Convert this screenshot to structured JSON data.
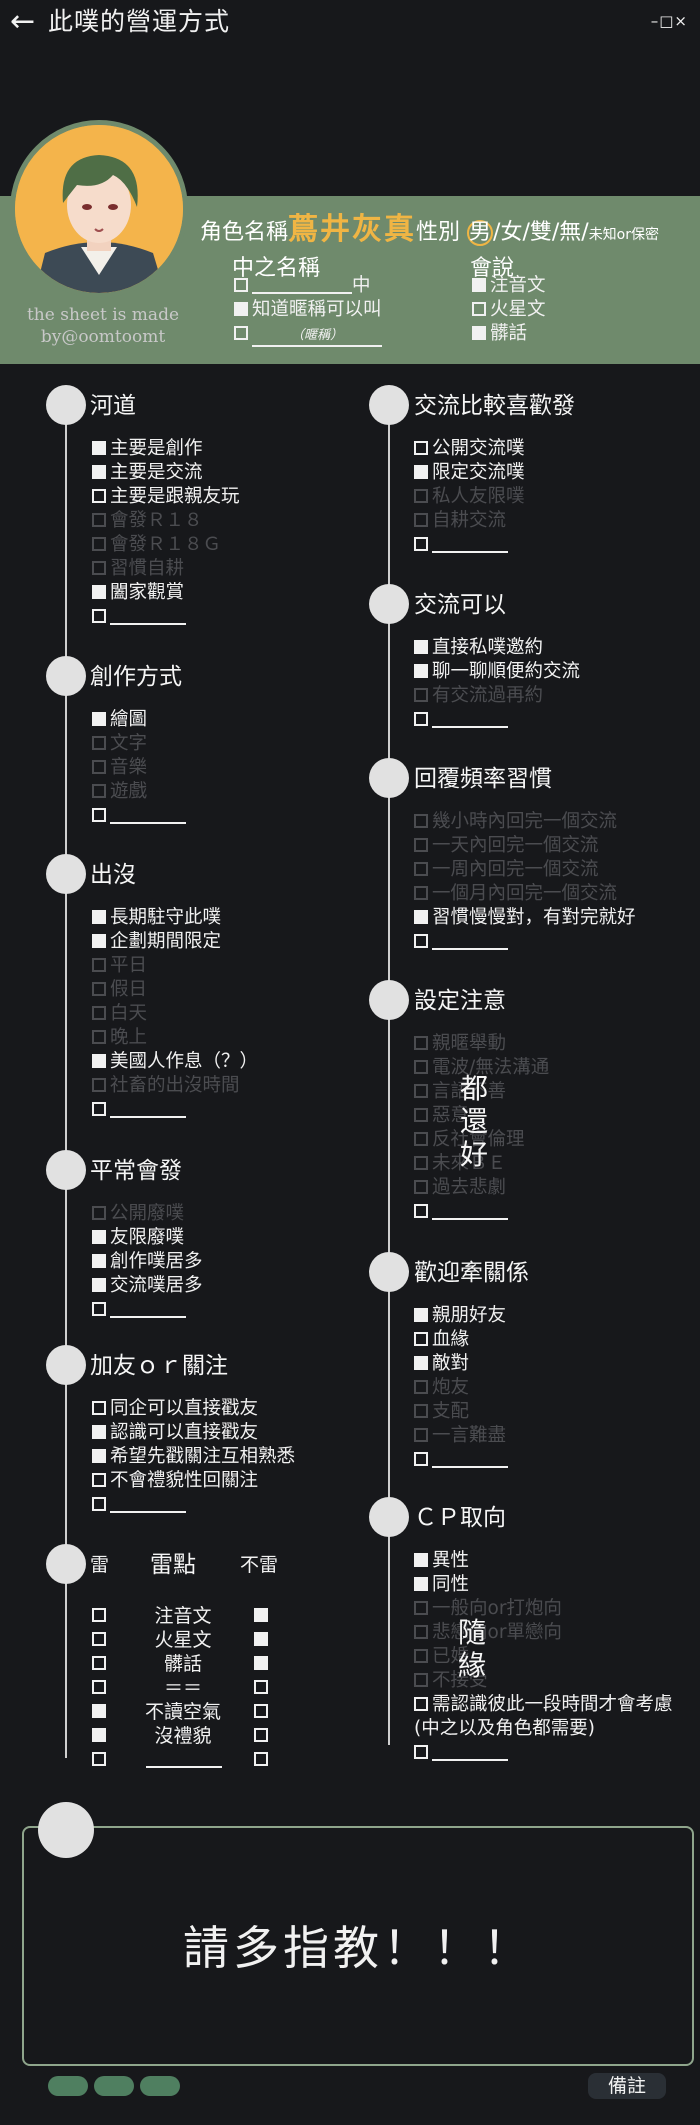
{
  "header": {
    "back_label": "←",
    "title": "此噗的營運方式",
    "window_controls": "–□×"
  },
  "profile": {
    "credit": "the sheet is made by@oomtoomt",
    "role_label": "角色名稱",
    "role_name": "蔦井灰真",
    "gender_label": "性別",
    "gender_selected": "男",
    "gender_rest": "/女/雙/無/",
    "gender_unknown": "未知or保密",
    "oc_label": "中之名稱",
    "oc_suffix": "中",
    "oc_nick_ok": "知道暱稱可以叫",
    "oc_nick_hint": "（暱稱）",
    "speak_label": "會說",
    "speak": [
      {
        "label": "注音文",
        "on": true
      },
      {
        "label": "火星文",
        "on": false
      },
      {
        "label": "髒話",
        "on": true
      }
    ]
  },
  "left_sections": [
    {
      "title": "河道",
      "items": [
        {
          "label": "主要是創作",
          "on": true,
          "faded": false
        },
        {
          "label": "主要是交流",
          "on": true,
          "faded": false
        },
        {
          "label": "主要是跟親友玩",
          "on": false,
          "faded": false
        },
        {
          "label": "會發Ｒ１８",
          "on": false,
          "faded": true
        },
        {
          "label": "會發Ｒ１８Ｇ",
          "on": false,
          "faded": true
        },
        {
          "label": "習慣自耕",
          "on": false,
          "faded": true
        },
        {
          "label": "闔家觀賞",
          "on": true,
          "faded": false
        },
        {
          "label": "",
          "on": false,
          "faded": false,
          "blank": true
        }
      ]
    },
    {
      "title": "創作方式",
      "items": [
        {
          "label": "繪圖",
          "on": true,
          "faded": false
        },
        {
          "label": "文字",
          "on": false,
          "faded": true
        },
        {
          "label": "音樂",
          "on": false,
          "faded": true
        },
        {
          "label": "遊戲",
          "on": false,
          "faded": true
        },
        {
          "label": "",
          "on": false,
          "faded": false,
          "blank": true
        }
      ]
    },
    {
      "title": "出沒",
      "items": [
        {
          "label": "長期駐守此噗",
          "on": true,
          "faded": false
        },
        {
          "label": "企劃期間限定",
          "on": true,
          "faded": false
        },
        {
          "label": "平日",
          "on": false,
          "faded": true
        },
        {
          "label": "假日",
          "on": false,
          "faded": true
        },
        {
          "label": "白天",
          "on": false,
          "faded": true
        },
        {
          "label": "晚上",
          "on": false,
          "faded": true
        },
        {
          "label": "美國人作息（？）",
          "on": true,
          "faded": false
        },
        {
          "label": "社畜的出沒時間",
          "on": false,
          "faded": true
        },
        {
          "label": "",
          "on": false,
          "faded": false,
          "blank": true
        }
      ]
    },
    {
      "title": "平常會發",
      "items": [
        {
          "label": "公開廢噗",
          "on": false,
          "faded": true
        },
        {
          "label": "友限廢噗",
          "on": true,
          "faded": false
        },
        {
          "label": "創作噗居多",
          "on": true,
          "faded": false
        },
        {
          "label": "交流噗居多",
          "on": true,
          "faded": false
        },
        {
          "label": "",
          "on": false,
          "faded": false,
          "blank": true
        }
      ]
    },
    {
      "title": "加友ｏｒ關注",
      "items": [
        {
          "label": "同企可以直接戳友",
          "on": false,
          "faded": false
        },
        {
          "label": "認識可以直接戳友",
          "on": true,
          "faded": false
        },
        {
          "label": "希望先戳關注互相熟悉",
          "on": true,
          "faded": false
        },
        {
          "label": "不會禮貌性回關注",
          "on": false,
          "faded": false
        },
        {
          "label": "",
          "on": false,
          "faded": false,
          "blank": true
        }
      ]
    }
  ],
  "right_sections": [
    {
      "title": "交流比較喜歡發",
      "items": [
        {
          "label": "公開交流噗",
          "on": false,
          "faded": false
        },
        {
          "label": "限定交流噗",
          "on": true,
          "faded": false
        },
        {
          "label": "私人友限噗",
          "on": false,
          "faded": true
        },
        {
          "label": "自耕交流",
          "on": false,
          "faded": true
        },
        {
          "label": "",
          "on": false,
          "faded": false,
          "blank": true
        }
      ]
    },
    {
      "title": "交流可以",
      "items": [
        {
          "label": "直接私噗邀約",
          "on": true,
          "faded": false
        },
        {
          "label": "聊一聊順便約交流",
          "on": true,
          "faded": false
        },
        {
          "label": "有交流過再約",
          "on": false,
          "faded": true
        },
        {
          "label": "",
          "on": false,
          "faded": false,
          "blank": true
        }
      ]
    },
    {
      "title": "回覆頻率習慣",
      "items": [
        {
          "label": "幾小時內回完一個交流",
          "on": false,
          "faded": true
        },
        {
          "label": "一天內回完一個交流",
          "on": false,
          "faded": true
        },
        {
          "label": "一周內回完一個交流",
          "on": false,
          "faded": true
        },
        {
          "label": "一個月內回完一個交流",
          "on": false,
          "faded": true
        },
        {
          "label": "習慣慢慢對，有對完就好",
          "on": true,
          "faded": false
        },
        {
          "label": "",
          "on": false,
          "faded": false,
          "blank": true
        }
      ]
    },
    {
      "title": "設定注意",
      "items": [
        {
          "label": "親暱舉動",
          "on": false,
          "faded": true
        },
        {
          "label": "電波/無法溝通",
          "on": false,
          "faded": true
        },
        {
          "label": "言語不善",
          "on": false,
          "faded": true
        },
        {
          "label": "惡意",
          "on": false,
          "faded": true
        },
        {
          "label": "反社會倫理",
          "on": false,
          "faded": true
        },
        {
          "label": "未來ＢＥ",
          "on": false,
          "faded": true
        },
        {
          "label": "過去悲劇",
          "on": false,
          "faded": true
        },
        {
          "label": "",
          "on": false,
          "faded": false,
          "blank": true
        }
      ]
    },
    {
      "title": "歡迎牽關係",
      "items": [
        {
          "label": "親朋好友",
          "on": true,
          "faded": false
        },
        {
          "label": "血緣",
          "on": false,
          "faded": false
        },
        {
          "label": "敵對",
          "on": true,
          "faded": false
        },
        {
          "label": "炮友",
          "on": false,
          "faded": true
        },
        {
          "label": "支配",
          "on": false,
          "faded": true
        },
        {
          "label": "一言難盡",
          "on": false,
          "faded": true
        },
        {
          "label": "",
          "on": false,
          "faded": false,
          "blank": true
        }
      ]
    },
    {
      "title": "ＣＰ取向",
      "items": [
        {
          "label": "異性",
          "on": true,
          "faded": false
        },
        {
          "label": "同性",
          "on": true,
          "faded": false
        },
        {
          "label": "一般向or打炮向",
          "on": false,
          "faded": true
        },
        {
          "label": "悲戀向or單戀向",
          "on": false,
          "faded": true
        },
        {
          "label": "已婚",
          "on": false,
          "faded": true
        },
        {
          "label": "不接受",
          "on": false,
          "faded": true
        },
        {
          "label": "需認識彼此一段時間才會考慮",
          "on": false,
          "faded": false
        },
        {
          "label": "(中之以及角色都需要)",
          "on": false,
          "faded": false,
          "nobox": true
        },
        {
          "label": "",
          "on": false,
          "faded": false,
          "blank": true
        }
      ]
    }
  ],
  "notes": {
    "caution_overlay": "都還好",
    "cp_overlay": "隨緣"
  },
  "triggers": {
    "title": "雷點",
    "left_label": "雷",
    "right_label": "不雷",
    "rows": [
      {
        "label": "注音文",
        "lei": false,
        "bulei": true
      },
      {
        "label": "火星文",
        "lei": false,
        "bulei": true
      },
      {
        "label": "髒話",
        "lei": false,
        "bulei": true
      },
      {
        "label": "＝＝",
        "lei": false,
        "bulei": false
      },
      {
        "label": "不讀空氣",
        "lei": true,
        "bulei": false
      },
      {
        "label": "沒禮貌",
        "lei": true,
        "bulei": false
      },
      {
        "label": "",
        "lei": false,
        "bulei": false,
        "blank": true
      }
    ]
  },
  "comment": {
    "text": "請多指教！！！"
  },
  "footer": {
    "note_label": "備註"
  }
}
